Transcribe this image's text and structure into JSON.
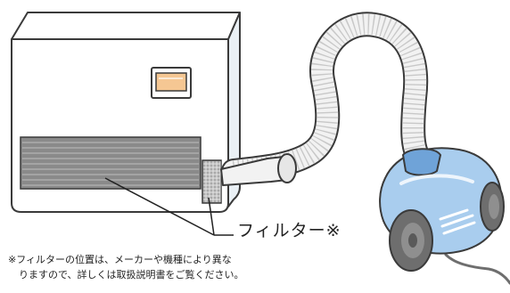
{
  "labels": {
    "filter": "フィルター※",
    "note_line_1": "※フィルターの位置は、メーカーや機種により異な",
    "note_line_2": "りますので、詳しくは取扱説明書をご覧ください。"
  },
  "colors": {
    "outline": "#3a3a3a",
    "heater_body": "#ffffff",
    "heater_side": "#eaf0f5",
    "panel": "#f5c793",
    "grille": "#8a8a8a",
    "hose": "#f2f2f2",
    "vacuum": "#a9cdee",
    "vacuum_dark": "#6fa3d8",
    "wheel": "#6e6e6e"
  }
}
